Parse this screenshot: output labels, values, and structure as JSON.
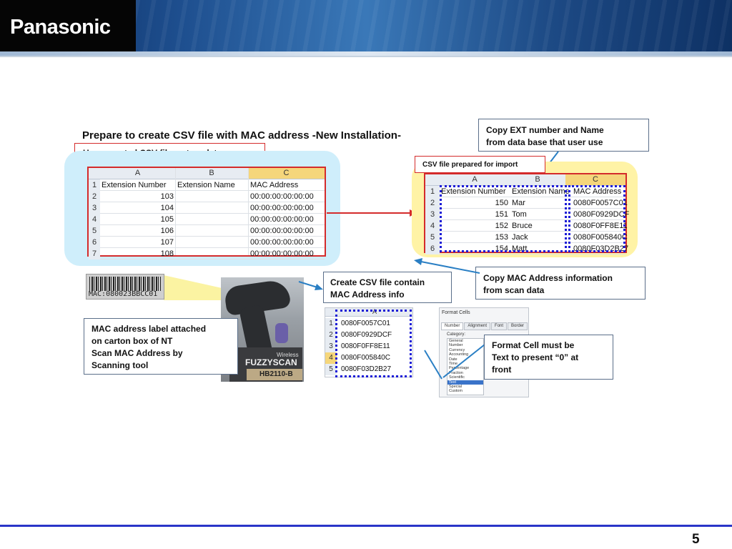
{
  "header": {
    "brand": "Panasonic"
  },
  "title": "Prepare to create CSV file with MAC address  -New Installation-",
  "callouts": {
    "template": "Use exported CSV file as template",
    "prepared": "CSV file prepared for import",
    "copy_ext_1": "Copy EXT number and Name",
    "copy_ext_2": "from data base that user use",
    "copy_mac_1": "Copy MAC Address information",
    "copy_mac_2": "from scan data",
    "create_csv_1": "Create CSV file contain",
    "create_csv_2": "MAC Address info",
    "mac_label_1": "MAC address label attached",
    "mac_label_2": "on carton box of NT",
    "mac_label_3": "Scan MAC Address by",
    "mac_label_4": "Scanning tool",
    "format_1": "Format Cell must be",
    "format_2": "Text to present “0” at",
    "format_3": "front"
  },
  "left_sheet": {
    "columns": [
      "A",
      "B",
      "C"
    ],
    "rows": [
      {
        "n": "1",
        "a": "Extension Number",
        "b": "Extension Name",
        "c": "MAC Address"
      },
      {
        "n": "2",
        "a": "103",
        "b": "",
        "c": "00:00:00:00:00:00"
      },
      {
        "n": "3",
        "a": "104",
        "b": "",
        "c": "00:00:00:00:00:00"
      },
      {
        "n": "4",
        "a": "105",
        "b": "",
        "c": "00:00:00:00:00:00"
      },
      {
        "n": "5",
        "a": "106",
        "b": "",
        "c": "00:00:00:00:00:00"
      },
      {
        "n": "6",
        "a": "107",
        "b": "",
        "c": "00:00:00:00:00:00"
      },
      {
        "n": "7",
        "a": "108",
        "b": "",
        "c": "00:00:00:00:00:00"
      }
    ]
  },
  "right_sheet": {
    "columns": [
      "A",
      "B",
      "C"
    ],
    "rows": [
      {
        "n": "1",
        "a": "Extension Number",
        "b": "Extension Name",
        "c": "MAC Address"
      },
      {
        "n": "2",
        "a": "150",
        "b": "Mar",
        "c": "0080F0057C01"
      },
      {
        "n": "3",
        "a": "151",
        "b": "Tom",
        "c": "0080F0929DCF"
      },
      {
        "n": "4",
        "a": "152",
        "b": "Bruce",
        "c": "0080F0FF8E11"
      },
      {
        "n": "5",
        "a": "153",
        "b": "Jack",
        "c": "0080F005840C"
      },
      {
        "n": "6",
        "a": "154",
        "b": "Matt",
        "c": "0080F03D2B27"
      }
    ]
  },
  "mac_sheet": {
    "column": "A",
    "rows": [
      {
        "n": "1",
        "v": "0080F0057C01"
      },
      {
        "n": "2",
        "v": "0080F0929DCF"
      },
      {
        "n": "3",
        "v": "0080F0FF8E11"
      },
      {
        "n": "4",
        "v": "0080F005840C"
      },
      {
        "n": "5",
        "v": "0080F03D2B27"
      }
    ]
  },
  "barcode_label": "MAC:080023BBCC01",
  "scanner": {
    "brand": "FUZZYSCAN",
    "sub": "Wireless",
    "model": "HB2110-B"
  },
  "format_dialog": {
    "title": "Format Cells",
    "tabs": [
      "Number",
      "Alignment",
      "Font",
      "Border"
    ],
    "category_label": "Category:",
    "categories": [
      "General",
      "Number",
      "Currency",
      "Accounting",
      "Date",
      "Time",
      "Percentage",
      "Fraction",
      "Scientific",
      "Text",
      "Special",
      "Custom"
    ],
    "selected": "Text"
  },
  "page_number": "5",
  "colors": {
    "accent_red": "#d42b2b",
    "dotted_blue": "#1a1ad6",
    "left_cloud": "#cfeefb",
    "right_cloud": "#fff3a6",
    "footer_line": "#2a35c8"
  }
}
